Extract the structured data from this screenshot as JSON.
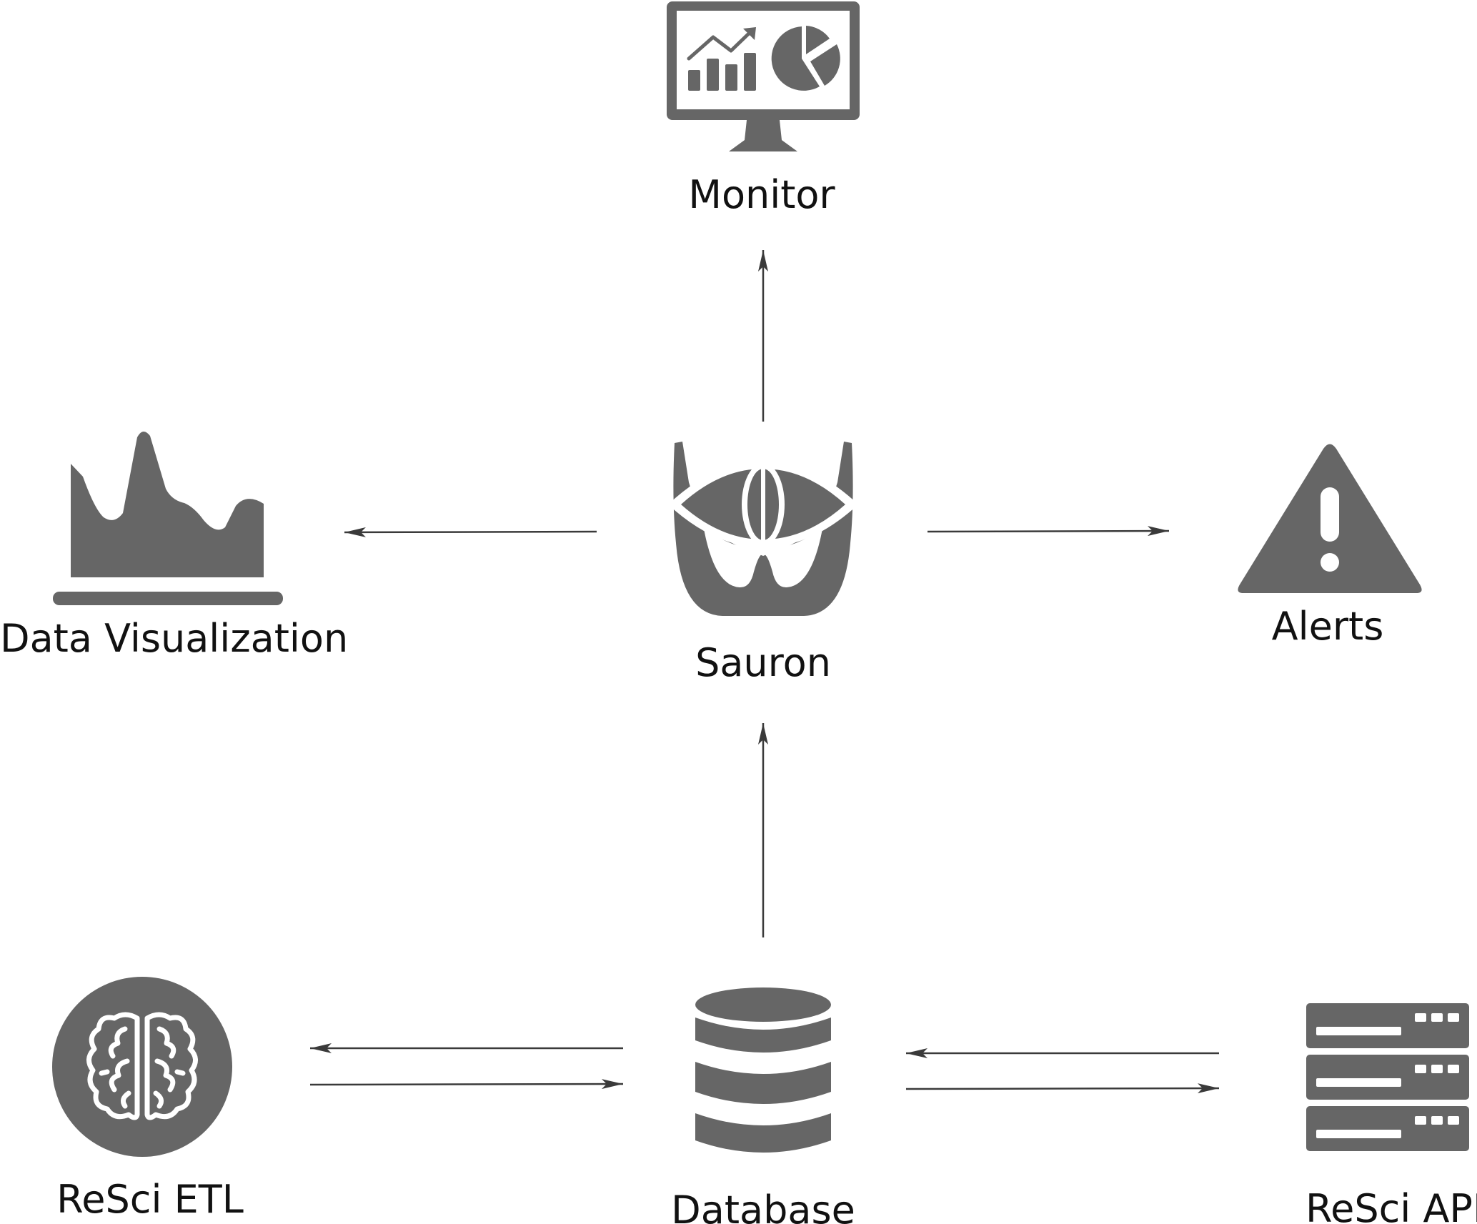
{
  "colors": {
    "icon": "#666666",
    "arrow": "#3a3a3a",
    "label": "#111111",
    "background": "#ffffff"
  },
  "nodes": {
    "monitor": {
      "label": "Monitor",
      "icon": "monitor-dashboard-icon"
    },
    "sauron": {
      "label": "Sauron",
      "icon": "sauron-eye-icon"
    },
    "data_visualization": {
      "label": "Data Visualization",
      "icon": "area-chart-icon"
    },
    "alerts": {
      "label": "Alerts",
      "icon": "warning-triangle-icon"
    },
    "resci_etl": {
      "label": "ReSci ETL",
      "icon": "brain-icon"
    },
    "database": {
      "label": "Database",
      "icon": "database-icon"
    },
    "resci_api": {
      "label": "ReSci API",
      "icon": "server-rack-icon"
    }
  },
  "edges": [
    {
      "from": "sauron",
      "to": "monitor"
    },
    {
      "from": "sauron",
      "to": "data_visualization"
    },
    {
      "from": "sauron",
      "to": "alerts"
    },
    {
      "from": "database",
      "to": "sauron"
    },
    {
      "from": "database",
      "to": "resci_etl"
    },
    {
      "from": "resci_etl",
      "to": "database"
    },
    {
      "from": "resci_api",
      "to": "database"
    },
    {
      "from": "database",
      "to": "resci_api"
    }
  ]
}
